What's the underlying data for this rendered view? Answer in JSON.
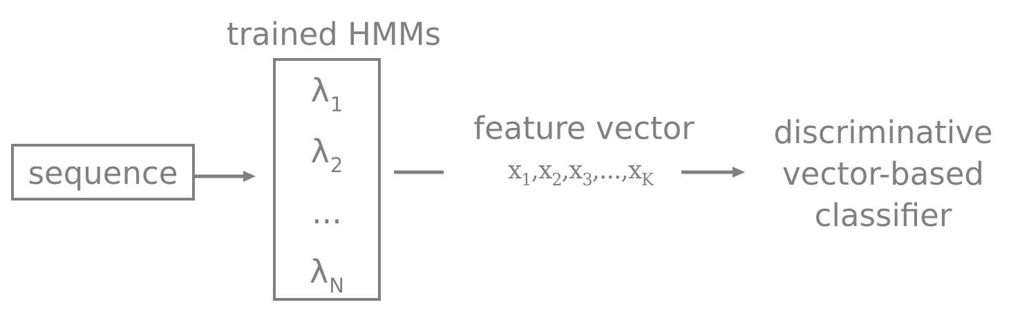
{
  "sequence": {
    "label": "sequence"
  },
  "hmm": {
    "title": "trained HMMs",
    "items": [
      {
        "base": "λ",
        "sub": "1"
      },
      {
        "base": "λ",
        "sub": "2"
      },
      {
        "base": "...",
        "sub": ""
      },
      {
        "base": "λ",
        "sub": "N"
      }
    ]
  },
  "feature_vector": {
    "title": "feature vector",
    "terms": [
      {
        "base": "x",
        "sub": "1",
        "sep": ","
      },
      {
        "base": "x",
        "sub": "2",
        "sep": ","
      },
      {
        "base": "x",
        "sub": "3",
        "sep": ",...,"
      },
      {
        "base": "x",
        "sub": "K",
        "sep": ""
      }
    ]
  },
  "classifier": {
    "lines": [
      "discriminative",
      "vector-based",
      "classifier"
    ]
  },
  "colors": {
    "stroke": "#808080",
    "text": "#808080",
    "background": "#ffffff"
  }
}
